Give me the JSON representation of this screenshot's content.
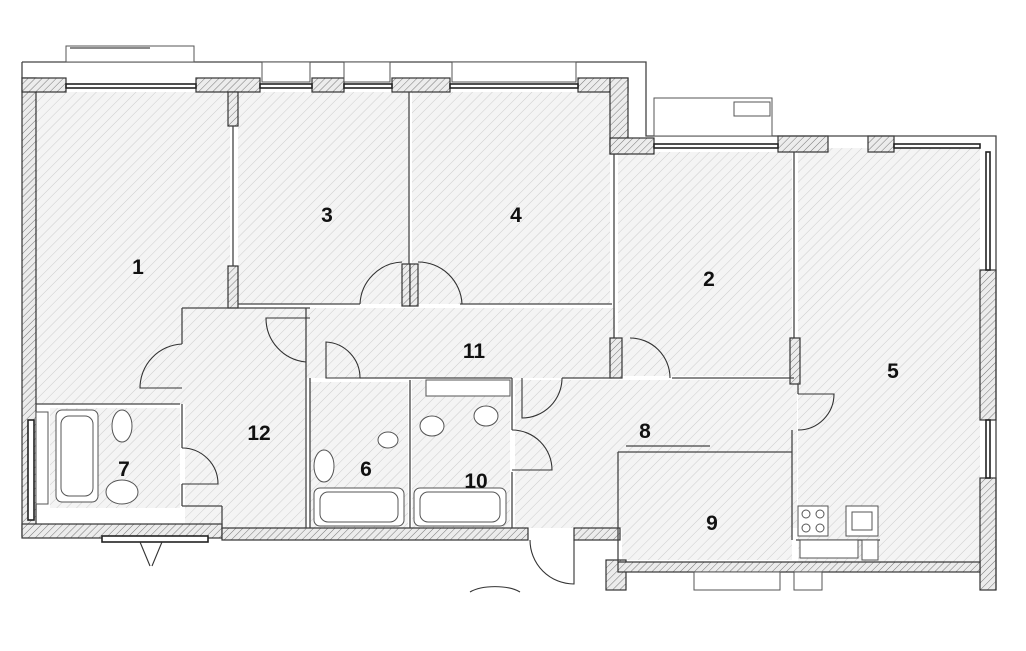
{
  "rooms": [
    {
      "id": "r1",
      "label": "1"
    },
    {
      "id": "r2",
      "label": "2"
    },
    {
      "id": "r3",
      "label": "3"
    },
    {
      "id": "r4",
      "label": "4"
    },
    {
      "id": "r5",
      "label": "5"
    },
    {
      "id": "r6",
      "label": "6"
    },
    {
      "id": "r7",
      "label": "7"
    },
    {
      "id": "r8",
      "label": "8"
    },
    {
      "id": "r9",
      "label": "9"
    },
    {
      "id": "r10",
      "label": "10"
    },
    {
      "id": "r11",
      "label": "11"
    },
    {
      "id": "r12",
      "label": "12"
    }
  ]
}
